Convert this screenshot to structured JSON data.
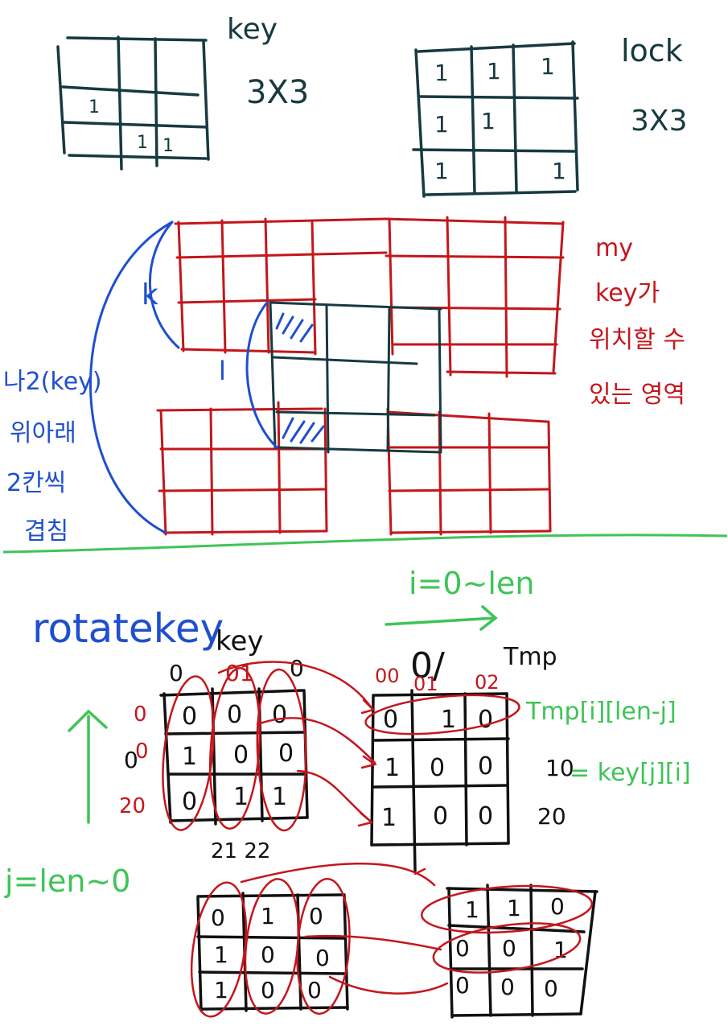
{
  "colors": {
    "ink": "#173a40",
    "red": "#c4161c",
    "blue": "#1f4fd0",
    "green": "#3ec457",
    "black": "#111111"
  },
  "key_section": {
    "label": "key",
    "size": "3X3",
    "cells": [
      [
        "",
        "",
        ""
      ],
      [
        "1",
        "",
        ""
      ],
      [
        "",
        "1",
        "1"
      ]
    ]
  },
  "lock_section": {
    "label": "lock",
    "size": "3X3",
    "cells": [
      [
        "1",
        "1",
        "1"
      ],
      [
        "1",
        "1",
        ""
      ],
      [
        "1",
        "",
        "1"
      ]
    ]
  },
  "overlap_section": {
    "k_label": "k",
    "l_label": "l",
    "blue_note": [
      "나2(key)",
      "위아래",
      "2칸씩",
      "겹침"
    ],
    "red_note": [
      "my",
      "key가",
      "위치할 수",
      "있는 영역"
    ]
  },
  "rotate_section": {
    "title": "rotatekey",
    "key_label": "key",
    "key_col_header": [
      "0",
      "01",
      "0"
    ],
    "key_row_header": [
      "0",
      "0",
      "20"
    ],
    "key_row_side": "0",
    "key_cells": [
      [
        "0",
        "0",
        "0"
      ],
      [
        "1",
        "0",
        "0"
      ],
      [
        "0",
        "1",
        "1"
      ]
    ],
    "below_key": "21  22",
    "i_loop": "i=0~len",
    "j_loop": "j=len~0",
    "tmp_label": "Tmp",
    "tmp_col_header": [
      "00",
      "01",
      "02"
    ],
    "tmp_col_big": "0/",
    "tmp_cells": [
      [
        "0",
        "1",
        "0"
      ],
      [
        "1",
        "0",
        "0"
      ],
      [
        "1",
        "0",
        "0"
      ]
    ],
    "tmp_row_labels": [
      "10",
      "20"
    ],
    "formula_line1": "Tmp[i][len-j]",
    "formula_line2": "= key[j][i]",
    "bottom_key_cells": [
      [
        "0",
        "1",
        "0"
      ],
      [
        "1",
        "0",
        "0"
      ],
      [
        "1",
        "0",
        "0"
      ]
    ],
    "bottom_tmp_cells": [
      [
        "1",
        "1",
        "0"
      ],
      [
        "0",
        "0",
        "1"
      ],
      [
        "0",
        "0",
        "0"
      ]
    ]
  }
}
